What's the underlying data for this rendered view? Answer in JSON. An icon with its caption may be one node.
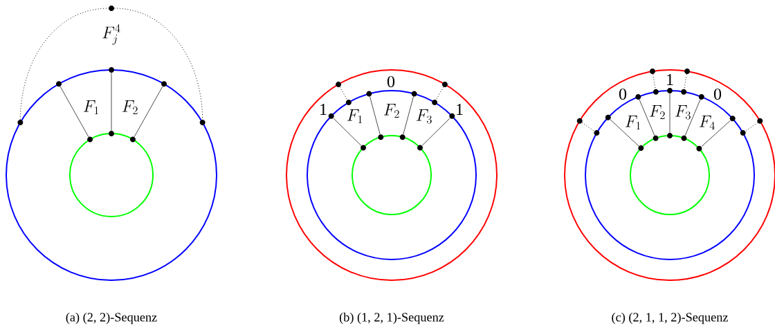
{
  "diagram": {
    "nodes": [
      {
        "text": [],
        "shape": "circle"
      },
      {
        "text": [],
        "shape": "circle"
      },
      {
        "text": [],
        "shape": "circle"
      },
      {
        "text": [],
        "shape": "circle"
      },
      {
        "text": [],
        "shape": "circle"
      },
      {
        "text": [],
        "shape": "circle"
      },
      {
        "text": [],
        "shape": "circle"
      },
      {
        "text": [],
        "shape": "circle"
      },
      {
        "text": [],
        "shape": "circle"
      },
      {
        "text": [],
        "shape": "circle"
      },
      {
        "text": [],
        "shape": "circle"
      },
      {
        "text": [],
        "shape": "circle"
      },
      {
        "text": [],
        "shape": "circle"
      },
      {
        "text": [],
        "shape": "circle"
      },
      {
        "text": [],
        "shape": "circle"
      },
      {
        "text": [],
        "shape": "circle"
      },
      {
        "text": [],
        "shape": "circle"
      },
      {
        "text": [],
        "shape": "circle"
      },
      {
        "text": [],
        "shape": "circle"
      },
      {
        "text": [],
        "shape": "circle"
      },
      {
        "text": [],
        "shape": "circle"
      },
      {
        "text": [],
        "shape": "circle"
      },
      {
        "text": [],
        "shape": "circle"
      },
      {
        "text": [],
        "shape": "circle"
      },
      {
        "text": [],
        "shape": "circle"
      },
      {
        "text": [],
        "shape": "circle"
      },
      {
        "text": [],
        "shape": "circle"
      },
      {
        "text": [],
        "shape": "circle"
      },
      {
        "text": [],
        "shape": "circle"
      },
      {
        "text": [],
        "shape": "circle"
      },
      {
        "text": [],
        "shape": "circle"
      },
      {
        "text": [],
        "shape": "circle"
      },
      {
        "text": [],
        "shape": "circle"
      },
      {
        "text": [],
        "shape": "circle"
      },
      {
        "text": [],
        "shape": "circle"
      },
      {
        "text": [],
        "shape": "circle"
      },
      {
        "text": [],
        "shape": "circle"
      },
      {
        "text": [],
        "shape": "circle"
      },
      {
        "text": [],
        "shape": "circle"
      }
    ],
    "edges": [
      {
        "from": 1,
        "to": 0,
        "arrow": "none",
        "style": "dashed"
      },
      {
        "from": 0,
        "to": 5,
        "arrow": "none",
        "style": "dashed"
      },
      {
        "from": 2,
        "to": 6,
        "arrow": "none"
      },
      {
        "from": 3,
        "to": 7,
        "arrow": "none"
      },
      {
        "from": 4,
        "to": 8,
        "arrow": "none"
      },
      {
        "from": 9,
        "to": 12,
        "arrow": "none",
        "style": "dashed"
      },
      {
        "from": 10,
        "to": 15,
        "arrow": "none",
        "style": "dashed"
      },
      {
        "from": 11,
        "to": 17,
        "arrow": "none"
      },
      {
        "from": 13,
        "to": 18,
        "arrow": "none"
      },
      {
        "from": 14,
        "to": 19,
        "arrow": "none"
      },
      {
        "from": 16,
        "to": 20,
        "arrow": "none"
      },
      {
        "from": 21,
        "to": 25,
        "arrow": "none",
        "style": "dashed"
      },
      {
        "from": 22,
        "to": 28,
        "arrow": "none",
        "style": "dashed"
      },
      {
        "from": 23,
        "to": 30,
        "arrow": "none",
        "style": "dashed"
      },
      {
        "from": 24,
        "to": 33,
        "arrow": "none",
        "style": "dashed"
      },
      {
        "from": 26,
        "to": 34,
        "arrow": "none"
      },
      {
        "from": 27,
        "to": 35,
        "arrow": "none"
      },
      {
        "from": 29,
        "to": 36,
        "arrow": "none"
      },
      {
        "from": 31,
        "to": 37,
        "arrow": "none"
      },
      {
        "from": 32,
        "to": 38,
        "arrow": "none"
      }
    ],
    "labels": [
      "F_j^4",
      "F_1",
      "F_2",
      "0",
      "1",
      "F_1",
      "F_2",
      "F_3",
      "1",
      "1",
      "0",
      "0",
      "F_2",
      "F_3",
      "F_1",
      "F_4",
      "(a) (2, 2)-Sequenz",
      "(b) (1, 2, 1)-Sequenz",
      "(c) (2, 1, 1, 2)-Sequenz"
    ]
  }
}
